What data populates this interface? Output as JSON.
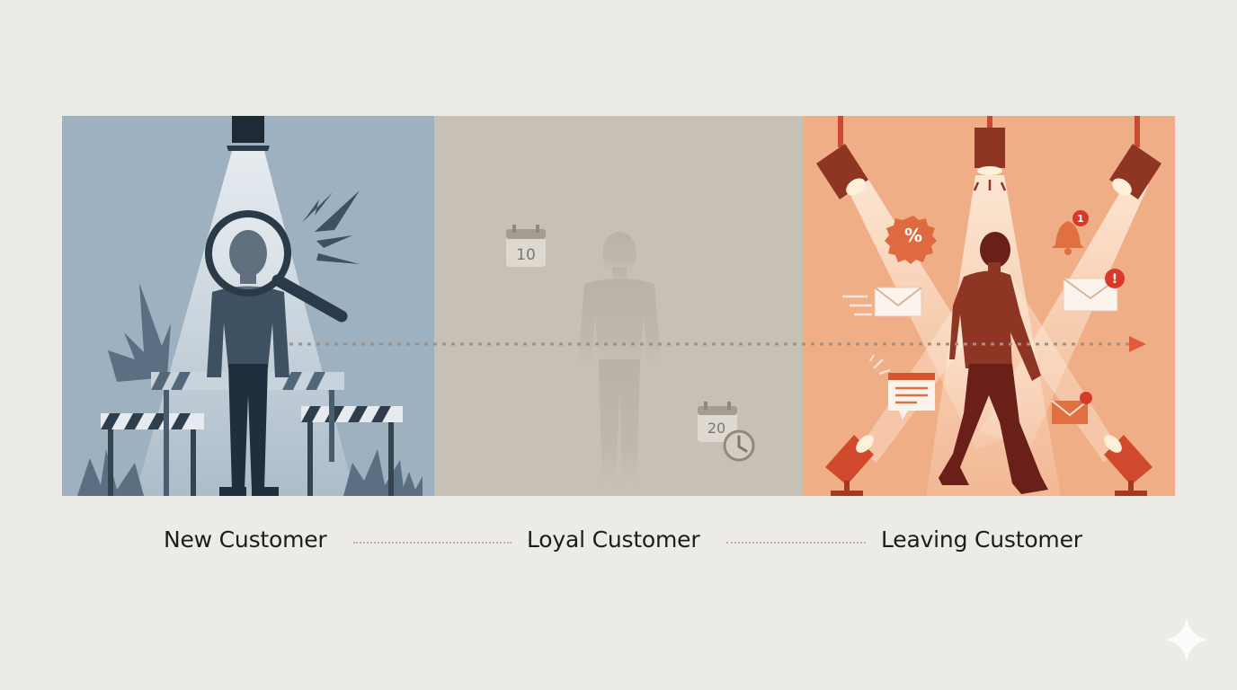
{
  "panels": [
    {
      "id": "new",
      "label": "New Customer",
      "bg": "#9eb1c0",
      "accent": "#3e5163"
    },
    {
      "id": "loyal",
      "label": "Loyal Customer",
      "bg": "#c7c0b4",
      "accent": "#aaa397"
    },
    {
      "id": "leaving",
      "label": "Leaving Customer",
      "bg": "#f0ae86",
      "accent": "#8f3524"
    }
  ],
  "icons": {
    "calendar_1": "10",
    "calendar_2": "20",
    "percent": "%",
    "bell_badge": "1",
    "envelope_alert": "!"
  },
  "colors": {
    "background": "#edebe5",
    "flow_line": "#a08f86",
    "arrow": "#e15c3a",
    "spotlight_red": "#c94a30"
  }
}
